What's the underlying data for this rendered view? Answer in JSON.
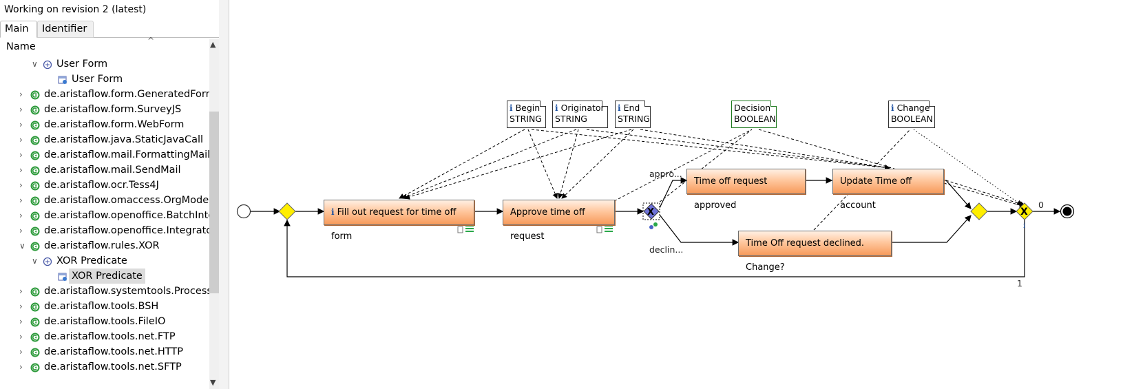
{
  "left_panel": {
    "revision_text": "Working on revision 2 (latest)",
    "tabs": [
      {
        "label": "Main"
      },
      {
        "label": "Identifier"
      }
    ],
    "column_header": "Name",
    "tree": [
      {
        "label": "User Form",
        "level": 1,
        "expanded": true,
        "icon": "form-type-icon"
      },
      {
        "label": "User Form",
        "level": 2,
        "icon": "form-item-icon"
      },
      {
        "label": "de.aristaflow.form.GeneratedForm",
        "level": 0,
        "expanded": false,
        "icon": "component-icon"
      },
      {
        "label": "de.aristaflow.form.SurveyJS",
        "level": 0,
        "expanded": false,
        "icon": "component-icon"
      },
      {
        "label": "de.aristaflow.form.WebForm",
        "level": 0,
        "expanded": false,
        "icon": "component-icon"
      },
      {
        "label": "de.aristaflow.java.StaticJavaCall",
        "level": 0,
        "expanded": false,
        "icon": "component-icon"
      },
      {
        "label": "de.aristaflow.mail.FormattingMailer",
        "level": 0,
        "expanded": false,
        "icon": "component-icon"
      },
      {
        "label": "de.aristaflow.mail.SendMail",
        "level": 0,
        "expanded": false,
        "icon": "component-icon"
      },
      {
        "label": "de.aristaflow.ocr.Tess4J",
        "level": 0,
        "expanded": false,
        "icon": "component-icon"
      },
      {
        "label": "de.aristaflow.omaccess.OrgModelAc",
        "level": 0,
        "expanded": false,
        "icon": "component-icon"
      },
      {
        "label": "de.aristaflow.openoffice.BatchIntegr",
        "level": 0,
        "expanded": false,
        "icon": "component-icon"
      },
      {
        "label": "de.aristaflow.openoffice.Integrator",
        "level": 0,
        "expanded": false,
        "icon": "component-icon"
      },
      {
        "label": "de.aristaflow.rules.XOR",
        "level": 0,
        "expanded": true,
        "icon": "component-icon"
      },
      {
        "label": "XOR Predicate",
        "level": 1,
        "expanded": true,
        "icon": "form-type-icon"
      },
      {
        "label": "XOR Predicate",
        "level": 2,
        "icon": "form-item-icon",
        "selected": true
      },
      {
        "label": "de.aristaflow.systemtools.ProcessInte",
        "level": 0,
        "expanded": false,
        "icon": "component-icon"
      },
      {
        "label": "de.aristaflow.tools.BSH",
        "level": 0,
        "expanded": false,
        "icon": "component-icon"
      },
      {
        "label": "de.aristaflow.tools.FileIO",
        "level": 0,
        "expanded": false,
        "icon": "component-icon"
      },
      {
        "label": "de.aristaflow.tools.net.FTP",
        "level": 0,
        "expanded": false,
        "icon": "component-icon"
      },
      {
        "label": "de.aristaflow.tools.net.HTTP",
        "level": 0,
        "expanded": false,
        "icon": "component-icon"
      },
      {
        "label": "de.aristaflow.tools.net.SFTP",
        "level": 0,
        "expanded": false,
        "icon": "component-icon"
      }
    ]
  },
  "diagram": {
    "activities": [
      {
        "label": "Fill out request for time off form",
        "has_info": true
      },
      {
        "label": "Approve time off request"
      },
      {
        "label": "Time off request approved"
      },
      {
        "label": "Update Time off account"
      },
      {
        "label": "Time Off request declined. Change?"
      }
    ],
    "data_elements": [
      {
        "name": "Begin",
        "type": "STRING"
      },
      {
        "name": "Originator",
        "type": "STRING"
      },
      {
        "name": "End",
        "type": "STRING"
      },
      {
        "name": "Decision",
        "type": "BOOLEAN",
        "color": "#1f7a1f"
      },
      {
        "name": "Change",
        "type": "BOOLEAN"
      }
    ],
    "branch_labels": {
      "approved": "appro...",
      "declined": "declin..."
    },
    "loop_labels": {
      "exit": "0",
      "back": "1"
    }
  }
}
